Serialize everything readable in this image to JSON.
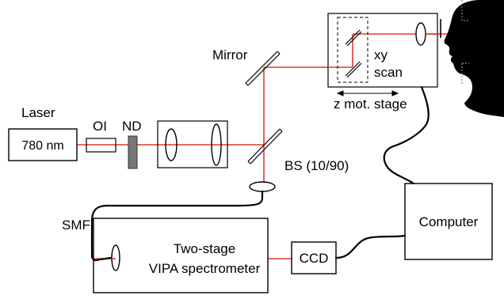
{
  "labels": {
    "laser_title": "Laser",
    "laser_wavelength": "780 nm",
    "oi": "OI",
    "nd": "ND",
    "mirror": "Mirror",
    "bs": "BS (10/90)",
    "xy": "xy",
    "scan": "scan",
    "z_stage": "z mot. stage",
    "smf": "SMF",
    "spectrometer_line1": "Two-stage",
    "spectrometer_line2": "VIPA spectrometer",
    "ccd": "CCD",
    "computer": "Computer"
  },
  "colors": {
    "beam": "#e0392e",
    "line": "#000000",
    "nd_filter": "#777777",
    "silhouette": "#000000"
  }
}
